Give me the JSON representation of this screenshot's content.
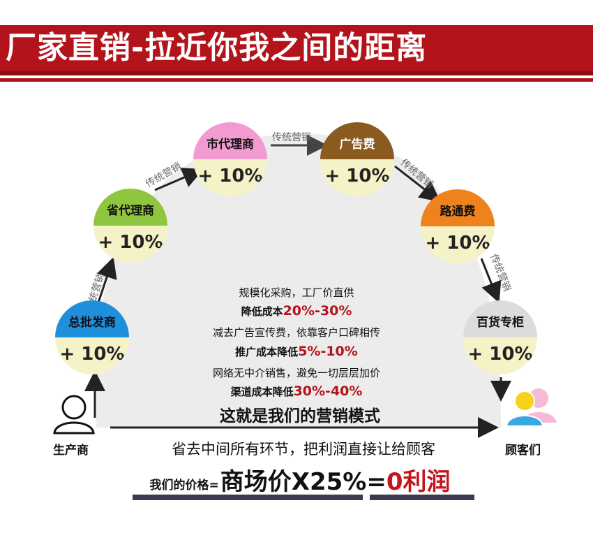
{
  "header": {
    "title": "厂家直销-拉近你我之间的距离"
  },
  "nodes": [
    {
      "name": "总批发商",
      "pct": "+ 10%"
    },
    {
      "name": "省代理商",
      "pct": "+ 10%"
    },
    {
      "name": "市代理商",
      "pct": "+ 10%"
    },
    {
      "name": "广告费",
      "pct": "+ 10%"
    },
    {
      "name": "路通费",
      "pct": "+ 10%"
    },
    {
      "name": "百货专柜",
      "pct": "+ 10%"
    }
  ],
  "arrow_label": "传统营销",
  "center_lines": [
    {
      "text": "规模化采购，工厂价直供",
      "emph": ""
    },
    {
      "text": "降低成本",
      "emph": "20%-30%"
    },
    {
      "text": "减去广告宣传费，依靠客户口碑相传",
      "emph": ""
    },
    {
      "text": "推广成本降低",
      "emph": "5%-10%"
    },
    {
      "text": "网络无中介销售，避免一切层层加价",
      "emph": ""
    },
    {
      "text": "渠道成本降低",
      "emph": "30%-40%"
    }
  ],
  "slogan": "这就是我们的营销模式",
  "producer": "生产商",
  "customers": "顾客们",
  "footer": "省去中间所有环节，把利润直接让给顾客",
  "price": {
    "label": "我们的价格=",
    "formula": "商场价X25%=",
    "result": "0利润"
  },
  "colors": {
    "banner": "#b3131b",
    "blue": "#1f8fdc",
    "green": "#8ec63f",
    "pink": "#f29bd0",
    "brown": "#8b5a1e",
    "orange": "#f0821e",
    "gray": "#dcdcdc",
    "cream": "#f6f2c8"
  }
}
